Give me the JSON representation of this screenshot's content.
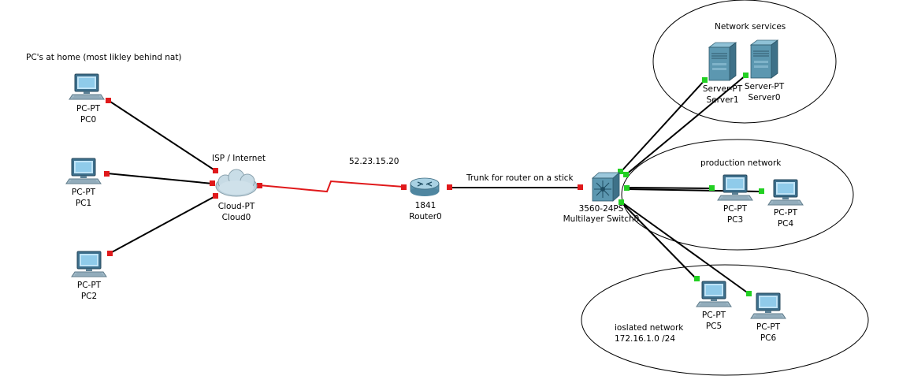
{
  "colors": {
    "background": "#ffffff",
    "copper_link": "#000000",
    "serial_link": "#e0191b",
    "port_down": "#e0191b",
    "port_up": "#22d022",
    "area_outline": "#000000"
  },
  "notes": {
    "home_pcs": "PC's at home (most likley behind nat)",
    "isp": "ISP / Internet",
    "serial_ip": "52.23.15.20",
    "trunk": "Trunk for router on a stick",
    "network_services": "Network services",
    "production_network": "production network",
    "isolated_network": "ioslated network",
    "isolated_subnet": "172.16.1.0 /24"
  },
  "devices": {
    "pc0": {
      "icon": "pc-icon",
      "model": "PC-PT",
      "name": "PC0"
    },
    "pc1": {
      "icon": "pc-icon",
      "model": "PC-PT",
      "name": "PC1"
    },
    "pc2": {
      "icon": "pc-icon",
      "model": "PC-PT",
      "name": "PC2"
    },
    "cloud0": {
      "icon": "cloud-icon",
      "model": "Cloud-PT",
      "name": "Cloud0"
    },
    "router0": {
      "icon": "router-icon",
      "model": "1841",
      "name": "Router0"
    },
    "switch0": {
      "icon": "multilayer-switch-icon",
      "model": "3560-24PS",
      "name": "Multilayer Switch0"
    },
    "server1": {
      "icon": "server-icon",
      "model": "Server-PT",
      "name": "Server1"
    },
    "server0": {
      "icon": "server-icon",
      "model": "Server-PT",
      "name": "Server0"
    },
    "pc3": {
      "icon": "pc-icon",
      "model": "PC-PT",
      "name": "PC3"
    },
    "pc4": {
      "icon": "pc-icon",
      "model": "PC-PT",
      "name": "PC4"
    },
    "pc5": {
      "icon": "pc-icon",
      "model": "PC-PT",
      "name": "PC5"
    },
    "pc6": {
      "icon": "pc-icon",
      "model": "PC-PT",
      "name": "PC6"
    }
  },
  "links": [
    {
      "from": "pc0",
      "to": "cloud0",
      "type": "copper",
      "status": "down"
    },
    {
      "from": "pc1",
      "to": "cloud0",
      "type": "copper",
      "status": "down"
    },
    {
      "from": "pc2",
      "to": "cloud0",
      "type": "copper",
      "status": "down"
    },
    {
      "from": "cloud0",
      "to": "router0",
      "type": "serial",
      "status": "down"
    },
    {
      "from": "router0",
      "to": "switch0",
      "type": "copper",
      "status": "down"
    },
    {
      "from": "switch0",
      "to": "server1",
      "type": "copper",
      "status": "up"
    },
    {
      "from": "switch0",
      "to": "server0",
      "type": "copper",
      "status": "up"
    },
    {
      "from": "switch0",
      "to": "pc3",
      "type": "copper",
      "status": "up"
    },
    {
      "from": "switch0",
      "to": "pc4",
      "type": "copper",
      "status": "up"
    },
    {
      "from": "switch0",
      "to": "pc5",
      "type": "copper",
      "status": "up"
    },
    {
      "from": "switch0",
      "to": "pc6",
      "type": "copper",
      "status": "up"
    }
  ]
}
